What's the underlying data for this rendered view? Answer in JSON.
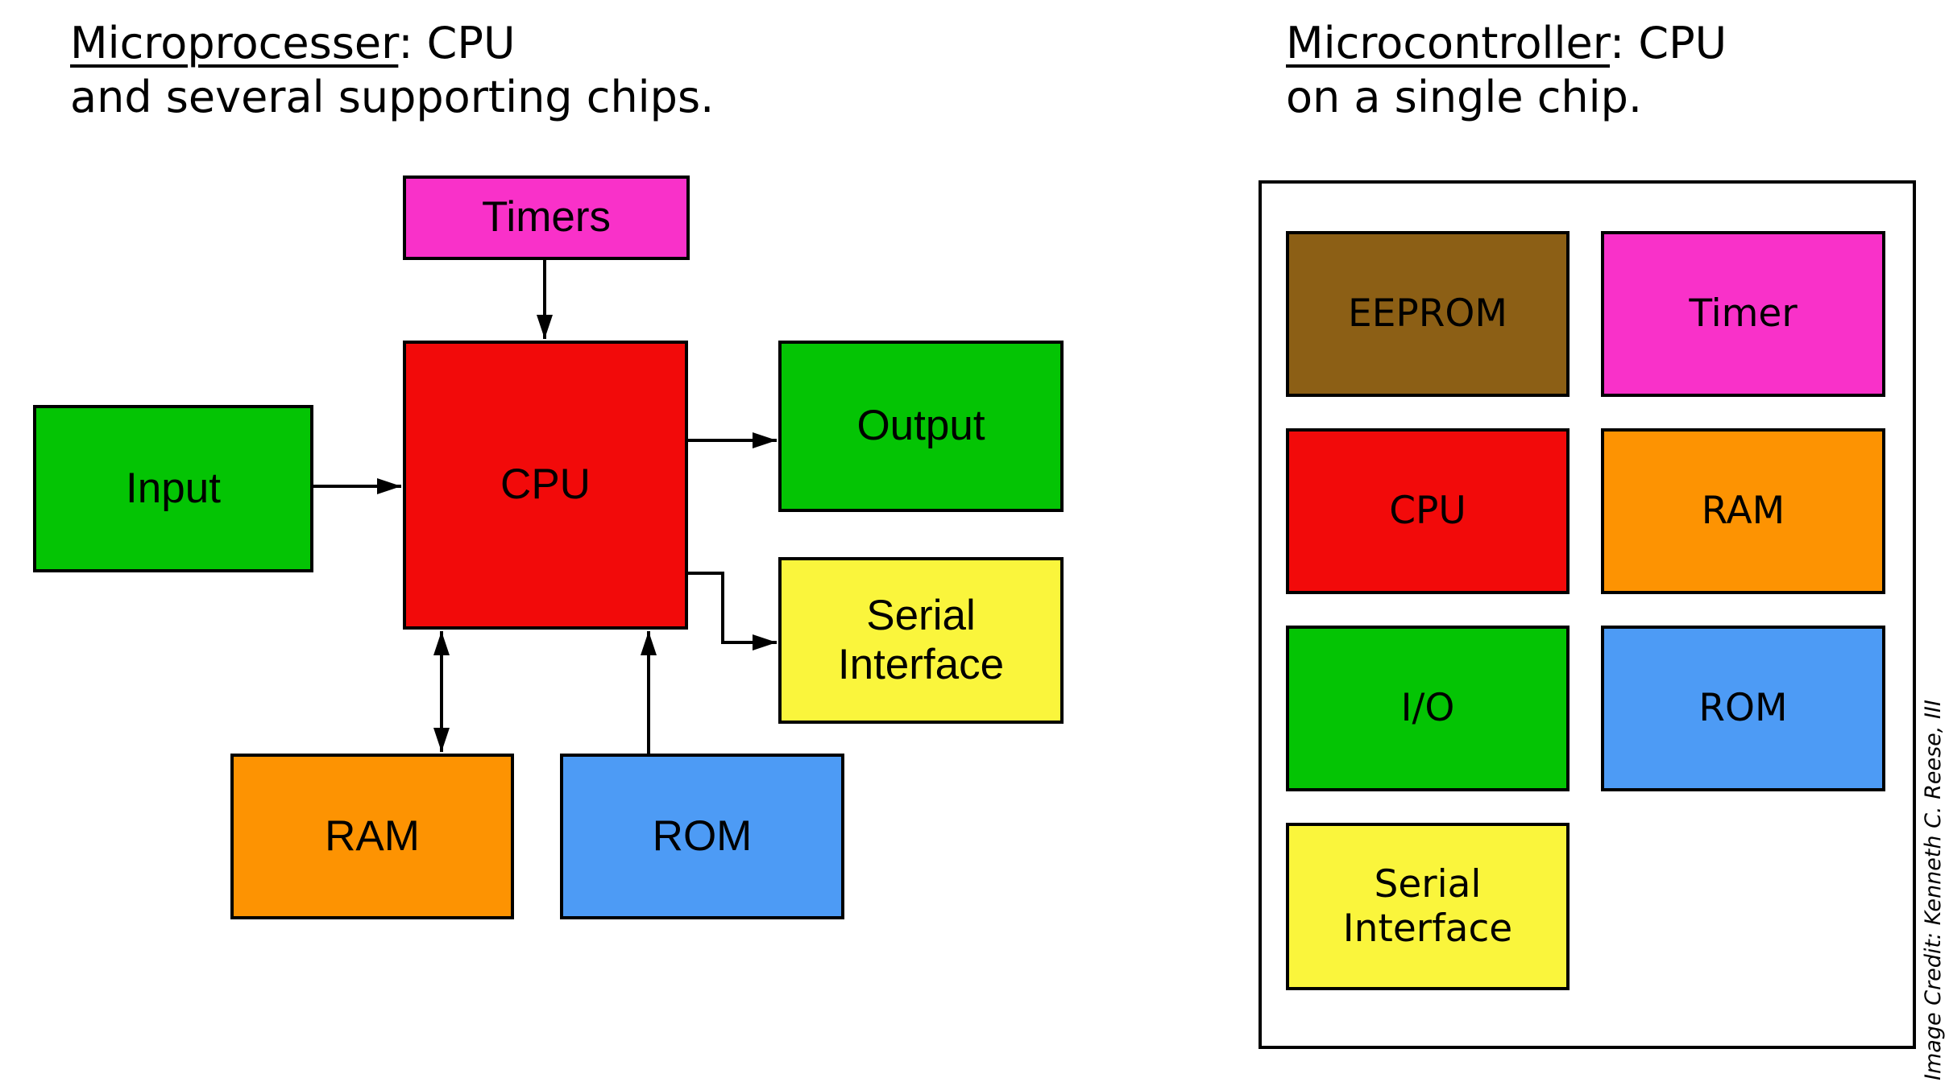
{
  "left_panel": {
    "title": {
      "underlined": "Microprocesser",
      "rest": ": CPU",
      "line2": "and several supporting chips."
    },
    "blocks": {
      "timers": "Timers",
      "cpu": "CPU",
      "input": "Input",
      "output": "Output",
      "serial_interface": {
        "line1": "Serial",
        "line2": "Interface"
      },
      "ram": "RAM",
      "rom": "ROM"
    }
  },
  "right_panel": {
    "title": {
      "underlined": "Microcontroller",
      "rest": ": CPU",
      "line2": "on a single chip."
    },
    "blocks": {
      "eeprom": "EEPROM",
      "timer": "Timer",
      "cpu": "CPU",
      "ram": "RAM",
      "io": "I/O",
      "rom": "ROM",
      "serial_interface": {
        "line1": "Serial",
        "line2": "Interface"
      }
    }
  },
  "credit": "Image Credit: Kenneth C. Reese, III",
  "colors": {
    "magenta": "#F931C9",
    "red": "#F20A0A",
    "green": "#04C404",
    "yellow": "#FAF53C",
    "orange": "#FD9302",
    "blue": "#4D9BF5",
    "brown": "#8C5F15",
    "outline": "#000000",
    "background": "#FFFFFF"
  }
}
